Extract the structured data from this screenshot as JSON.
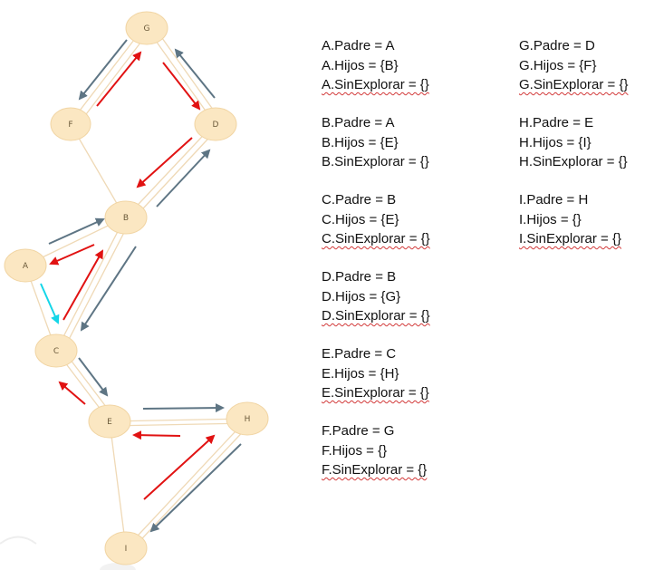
{
  "graph": {
    "node_fill": "#fbe7c2",
    "node_stroke": "#f1d5a4",
    "edge_color": "#efd9b6",
    "arrow_red": "#e11212",
    "arrow_gray": "#5e7584",
    "arrow_cyan": "#14d6e8",
    "nodes": [
      "G",
      "F",
      "D",
      "B",
      "A",
      "C",
      "E",
      "H",
      "I"
    ]
  },
  "blocks": [
    {
      "padre": "A.Padre = A",
      "hijos": "A.Hijos = {B}",
      "sin": "A.SinExplorar = {}"
    },
    {
      "padre": "B.Padre = A",
      "hijos": "B.Hijos = {E}",
      "sin": "B.SinExplorar = {}"
    },
    {
      "padre": "C.Padre = B",
      "hijos": "C.Hijos = {E}",
      "sin": "C.SinExplorar = {}"
    },
    {
      "padre": "D.Padre = B",
      "hijos": "D.Hijos = {G}",
      "sin": "D.SinExplorar = {}"
    },
    {
      "padre": "E.Padre = C",
      "hijos": "E.Hijos = {H}",
      "sin": "E.SinExplorar = {}"
    },
    {
      "padre": "F.Padre = G",
      "hijos": "F.Hijos = {}",
      "sin": "F.SinExplorar = {}"
    },
    {
      "padre": "G.Padre = D",
      "hijos": "G.Hijos = {F}",
      "sin": "G.SinExplorar = {}"
    },
    {
      "padre": "H.Padre = E",
      "hijos": "H.Hijos = {I}",
      "sin": "H.SinExplorar = {}"
    },
    {
      "padre": "I.Padre = H",
      "hijos": "I.Hijos = {}",
      "sin": "I.SinExplorar = {}"
    }
  ]
}
